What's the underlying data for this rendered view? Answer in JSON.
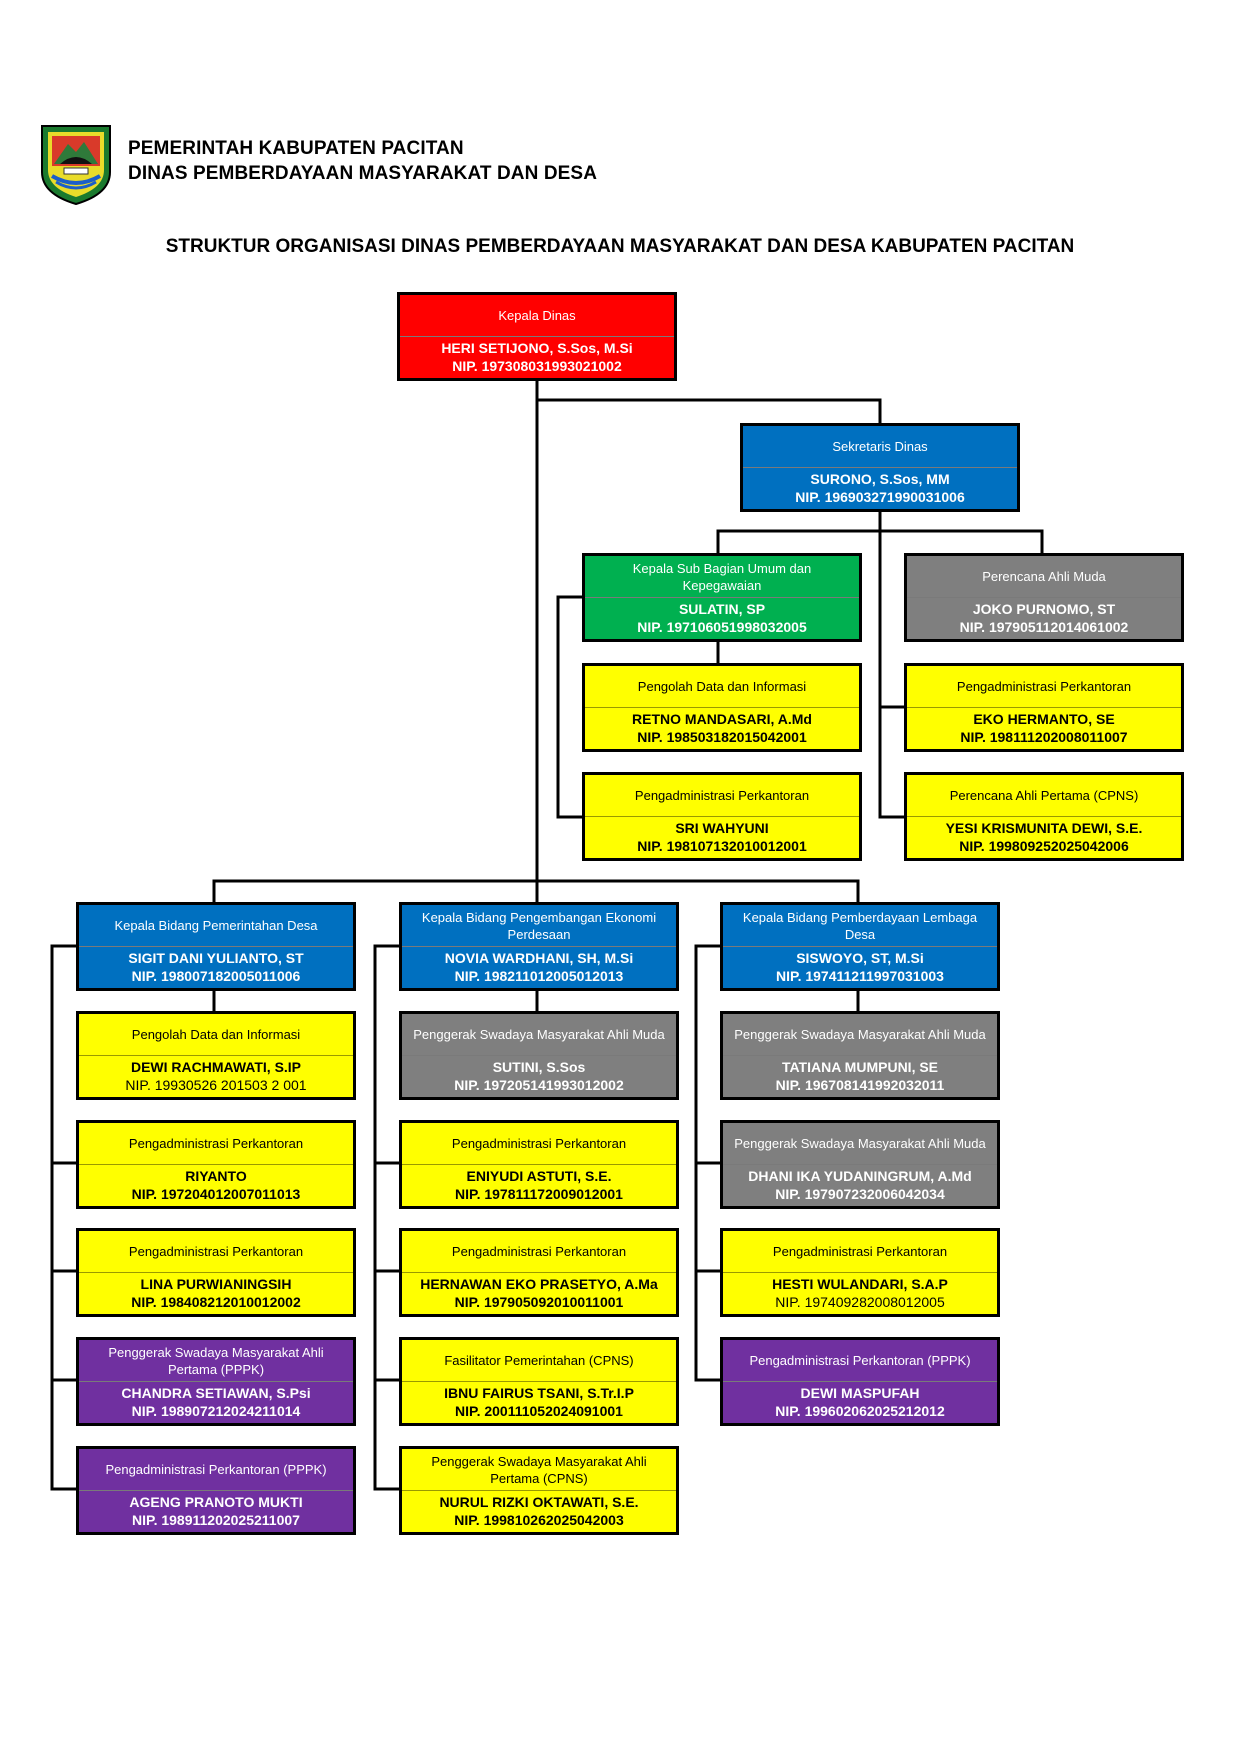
{
  "header": {
    "line1": "PEMERINTAH KABUPATEN PACITAN",
    "line2": "DINAS PEMBERDAYAAN MASYARAKAT DAN DESA"
  },
  "document_title": "STRUKTUR ORGANISASI DINAS PEMBERDAYAAN MASYARAKAT DAN DESA KABUPATEN PACITAN",
  "colors": {
    "red": "#ff0000",
    "blue": "#0070c0",
    "green": "#00b050",
    "gray": "#7f7f7f",
    "yellow": "#ffff00",
    "purple": "#7030a0"
  },
  "positions": {
    "kepala_dinas": {
      "title": "Kepala Dinas",
      "name": "HERI SETIJONO, S.Sos, M.Si",
      "nip": "NIP. 197308031993021002"
    },
    "sekretaris": {
      "title": "Sekretaris Dinas",
      "name": "SURONO, S.Sos, MM",
      "nip": "NIP. 196903271990031006"
    },
    "kasubag": {
      "title": "Kepala Sub Bagian Umum dan Kepegawaian",
      "name": "SULATIN, SP",
      "nip": "NIP. 197106051998032005"
    },
    "perencana_muda": {
      "title": "Perencana Ahli Muda",
      "name": "JOKO PURNOMO, ST",
      "nip": "NIP. 197905112014061002"
    },
    "sub_pengolah": {
      "title": "Pengolah Data dan Informasi",
      "name": "RETNO MANDASARI, A.Md",
      "nip": "NIP. 198503182015042001"
    },
    "sub_pengadm": {
      "title": "Pengadministrasi Perkantoran",
      "name": "SRI WAHYUNI",
      "nip": "NIP. 198107132010012001"
    },
    "pr_pengadm": {
      "title": "Pengadministrasi Perkantoran",
      "name": "EKO HERMANTO, SE",
      "nip": "NIP. 198111202008011007"
    },
    "pr_pertama": {
      "title": "Perencana Ahli Pertama (CPNS)",
      "name": "YESI KRISMUNITA DEWI, S.E.",
      "nip": "NIP. 199809252025042006"
    },
    "kabid_pemdes": {
      "title": "Kepala Bidang Pemerintahan Desa",
      "name": "SIGIT DANI YULIANTO, ST",
      "nip": "NIP. 198007182005011006"
    },
    "pemdes_1": {
      "title": "Pengolah Data dan Informasi",
      "name": "DEWI RACHMAWATI, S.IP",
      "nip": "NIP. 19930526 201503 2 001"
    },
    "pemdes_2": {
      "title": "Pengadministrasi Perkantoran",
      "name": "RIYANTO",
      "nip": "NIP. 197204012007011013"
    },
    "pemdes_3": {
      "title": "Pengadministrasi Perkantoran",
      "name": "LINA PURWIANINGSIH",
      "nip": "NIP. 198408212010012002"
    },
    "pemdes_4": {
      "title": "Penggerak Swadaya Masyarakat Ahli Pertama (PPPK)",
      "name": "CHANDRA SETIAWAN, S.Psi",
      "nip": "NIP. 198907212024211014"
    },
    "pemdes_5": {
      "title": "Pengadministrasi Perkantoran (PPPK)",
      "name": "AGENG PRANOTO MUKTI",
      "nip": "NIP. 198911202025211007"
    },
    "kabid_ekonomi": {
      "title": "Kepala Bidang Pengembangan Ekonomi Perdesaan",
      "name": "NOVIA WARDHANI, SH, M.Si",
      "nip": "NIP. 198211012005012013"
    },
    "eko_1": {
      "title": "Penggerak Swadaya Masyarakat Ahli Muda",
      "name": "SUTINI, S.Sos",
      "nip": "NIP. 197205141993012002"
    },
    "eko_2": {
      "title": "Pengadministrasi Perkantoran",
      "name": "ENIYUDI ASTUTI, S.E.",
      "nip": "NIP. 197811172009012001"
    },
    "eko_3": {
      "title": "Pengadministrasi Perkantoran",
      "name": "HERNAWAN EKO PRASETYO, A.Ma",
      "nip": "NIP. 197905092010011001"
    },
    "eko_4": {
      "title": "Fasilitator Pemerintahan (CPNS)",
      "name": "IBNU FAIRUS TSANI, S.Tr.I.P",
      "nip": "NIP. 200111052024091001"
    },
    "eko_5": {
      "title": "Penggerak Swadaya Masyarakat Ahli Pertama (CPNS)",
      "name": "NURUL RIZKI OKTAWATI, S.E.",
      "nip": "NIP. 199810262025042003"
    },
    "kabid_lembaga": {
      "title": "Kepala Bidang Pemberdayaan Lembaga Desa",
      "name": "SISWOYO, ST, M.Si",
      "nip": "NIP. 197411211997031003"
    },
    "lem_1": {
      "title": "Penggerak Swadaya Masyarakat Ahli Muda",
      "name": "TATIANA MUMPUNI, SE",
      "nip": "NIP. 196708141992032011"
    },
    "lem_2": {
      "title": "Penggerak Swadaya Masyarakat Ahli Muda",
      "name": "DHANI IKA YUDANINGRUM, A.Md",
      "nip": "NIP. 197907232006042034"
    },
    "lem_3": {
      "title": "Pengadministrasi Perkantoran",
      "name": "HESTI WULANDARI, S.A.P",
      "nip": "NIP. 197409282008012005"
    },
    "lem_4": {
      "title": "Pengadministrasi Perkantoran (PPPK)",
      "name": "DEWI MASPUFAH",
      "nip": "NIP. 199602062025212012"
    }
  }
}
